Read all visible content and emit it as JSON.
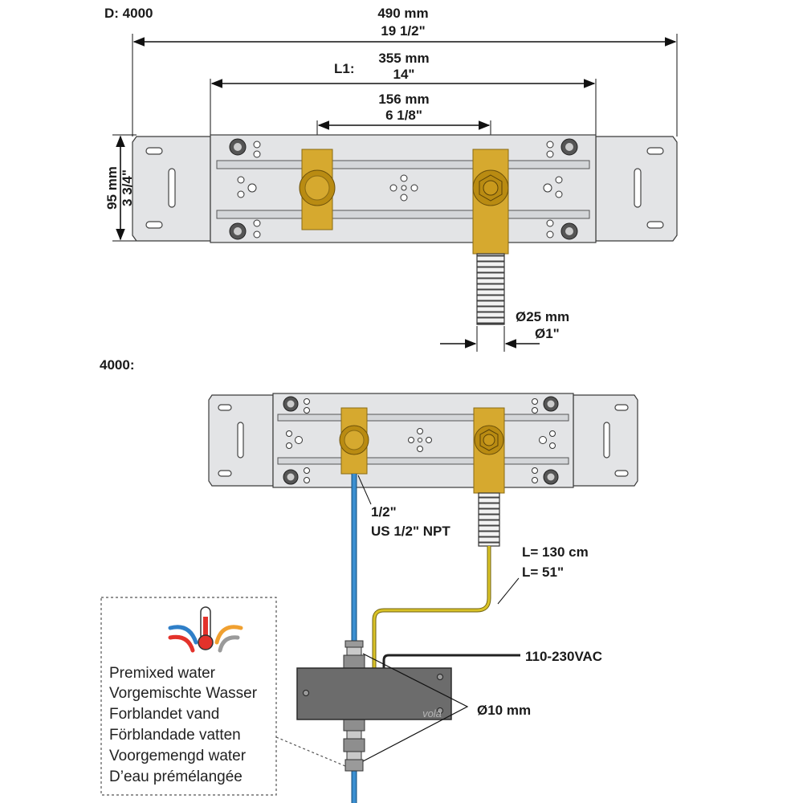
{
  "top_view": {
    "title": "D: 4000",
    "width_overall_mm": "490 mm",
    "width_overall_in": "19 1/2\"",
    "l1_label": "L1:",
    "l1_mm": "355 mm",
    "l1_in": "14\"",
    "center_mm": "156 mm",
    "center_in": "6 1/8\"",
    "height_mm": "95 mm",
    "height_in": "3 3/4\"",
    "hose_dia_mm": "Ø25 mm",
    "hose_dia_in": "Ø1\""
  },
  "bottom_view": {
    "title": "4000:",
    "thread_label": "1/2\"",
    "thread_npt": "US 1/2\" NPT",
    "cable_length_cm": "L= 130 cm",
    "cable_length_in": "L= 51\"",
    "voltage": "110-230VAC",
    "pipe_dia": "Ø10 mm",
    "box_brand": "vola"
  },
  "legend": {
    "icon": "thermometer-icon",
    "lines": [
      "Premixed water",
      "Vorgemischte Wasser",
      "Forblandet vand",
      "Förblandade vatten",
      "Voorgemengd water",
      "D’eau prémélangée"
    ]
  },
  "colors": {
    "brass": "#d6a92f",
    "blue_pipe": "#3b8fd0",
    "yellow_cable": "#d9c227",
    "hot": "#e3322b",
    "warm": "#f0a030",
    "cold": "#2f7fc8"
  }
}
